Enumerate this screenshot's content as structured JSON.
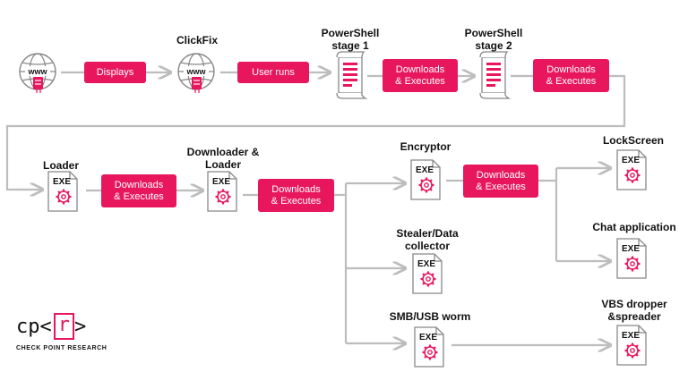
{
  "labels": {
    "clickfix": "ClickFix",
    "ps1_line1": "PowerShell",
    "ps1_line2": "stage 1",
    "ps2_line1": "PowerShell",
    "ps2_line2": "stage 2",
    "loader": "Loader",
    "downloader_line1": "Downloader &",
    "downloader_line2": "Loader",
    "encryptor": "Encryptor",
    "stealer_line1": "Stealer/Data",
    "stealer_line2": "collector",
    "worm": "SMB/USB worm",
    "lockscreen": "LockScreen",
    "chat": "Chat application",
    "vbs_line1": "VBS dropper",
    "vbs_line2": "&spreader"
  },
  "actions": {
    "displays": "Displays",
    "user_runs": "User runs",
    "dl_line1": "Downloads",
    "dl_line2": "& Executes"
  },
  "icons": {
    "globe_text": "www",
    "exe_text": "EXE"
  },
  "logo": {
    "left": "cp<",
    "box": "r",
    "right": ">",
    "subtitle": "CHECK POINT RESEARCH"
  },
  "colors": {
    "accent": "#e8175d",
    "connector": "#bdbdbd",
    "text": "#111111"
  }
}
